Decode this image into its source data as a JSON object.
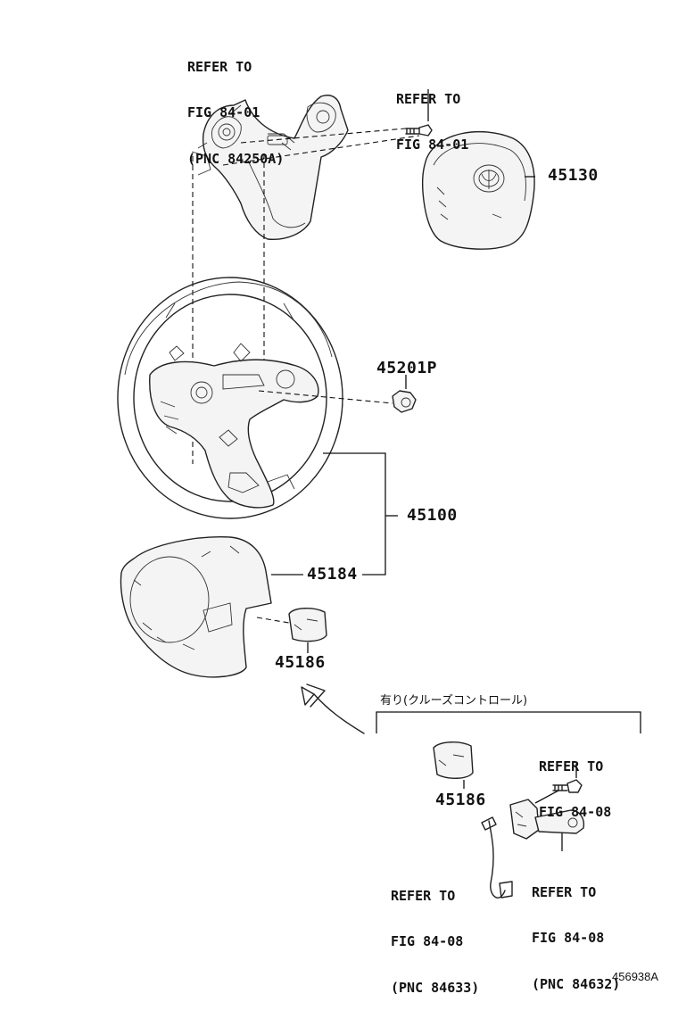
{
  "diagram": {
    "refs": {
      "ref_switch_top": [
        "REFER TO",
        "FIG 84-01",
        "(PNC 84250A)"
      ],
      "ref_bolt_top": [
        "REFER TO",
        "FIG 84-01"
      ],
      "ref_bolt_right": [
        "REFER TO",
        "FIG 84-08"
      ],
      "ref_harness": [
        "REFER TO",
        "FIG 84-08",
        "(PNC 84633)"
      ],
      "ref_lever": [
        "REFER TO",
        "FIG 84-08",
        "(PNC 84632)"
      ]
    },
    "part_numbers": {
      "airbag": "45130",
      "nut": "45201P",
      "wheel": "45100",
      "cover": "45184",
      "switch_upper": "45186",
      "switch_lower": "45186"
    },
    "option_note": "有り(クルーズコントロール)",
    "figure_code": "456938A"
  }
}
